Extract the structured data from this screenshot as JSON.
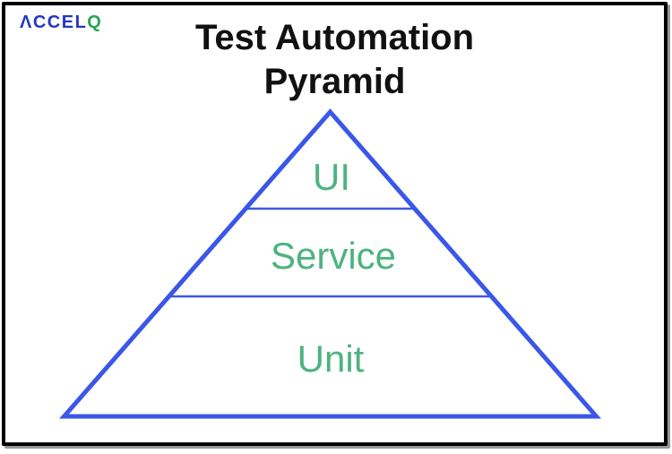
{
  "logo": {
    "primary": "ΛCCEL",
    "accent": "Q"
  },
  "title": {
    "line1": "Test Automation",
    "line2": "Pyramid"
  },
  "pyramid": {
    "layers": [
      {
        "label": "UI"
      },
      {
        "label": "Service"
      },
      {
        "label": "Unit"
      }
    ]
  },
  "colors": {
    "pyramid_outline": "#3B57E8",
    "layer_label_text": "#4DB380",
    "logo_primary": "#2438BF",
    "logo_accent": "#27A457",
    "title_text": "#111111",
    "frame_border": "#000000"
  }
}
